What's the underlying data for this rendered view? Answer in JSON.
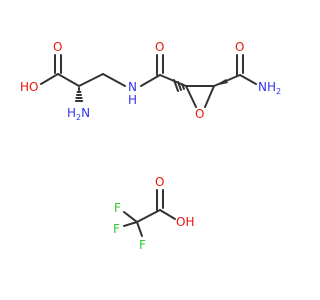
{
  "colors": {
    "bond": "#333333",
    "oxygen": "#e8150f",
    "nitrogen": "#3333ee",
    "fluorine": "#33cc33"
  },
  "molecule_main": {
    "acid_oxygen": "O",
    "hydroxyl": "HO",
    "amine": "H2N",
    "amide_nh": "N",
    "amide_h": "H",
    "amide_oxygen": "O",
    "epoxide_oxygen": "O",
    "carboxamide_oxygen": "O",
    "carboxamide_nh2": "NH2"
  },
  "molecule_tfa": {
    "fluorine_1": "F",
    "fluorine_2": "F",
    "fluorine_3": "F",
    "carbonyl_oxygen": "O",
    "hydroxyl": "OH"
  }
}
